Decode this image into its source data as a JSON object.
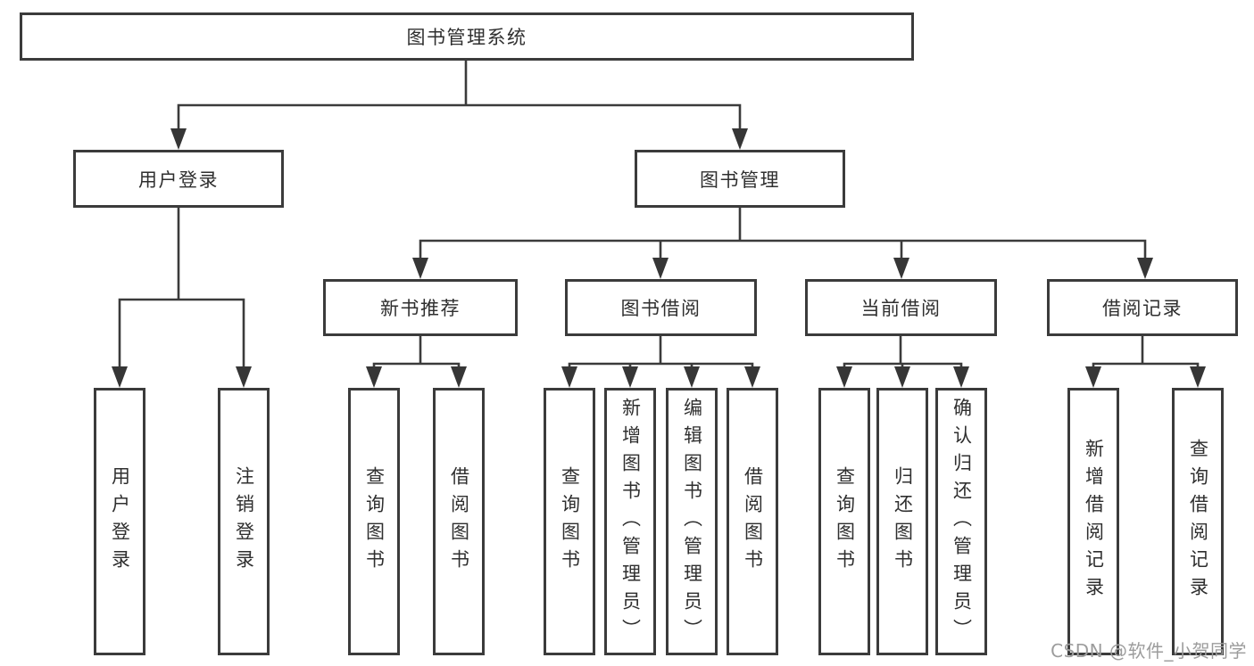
{
  "colors": {
    "line": "#3b3b3b",
    "text": "#2f2f2f",
    "box_background": "#ffffff",
    "watermark": "#9c9c9c"
  },
  "watermark": {
    "text": "CSDN @软件_小贺同学"
  },
  "tree": {
    "root": {
      "label": "图书管理系统"
    },
    "user_login": {
      "label": "用户登录",
      "children": [
        {
          "label": "用户登录"
        },
        {
          "label": "注销登录"
        }
      ]
    },
    "book_mgmt": {
      "label": "图书管理",
      "groups": [
        {
          "label": "新书推荐",
          "children": [
            {
              "label": "查询图书"
            },
            {
              "label": "借阅图书"
            }
          ]
        },
        {
          "label": "图书借阅",
          "children": [
            {
              "label": "查询图书"
            },
            {
              "label": "新增图书（管理员）"
            },
            {
              "label": "编辑图书（管理员）"
            },
            {
              "label": "借阅图书"
            }
          ]
        },
        {
          "label": "当前借阅",
          "children": [
            {
              "label": "查询图书"
            },
            {
              "label": "归还图书"
            },
            {
              "label": "确认归还（管理员）"
            }
          ]
        },
        {
          "label": "借阅记录",
          "children": [
            {
              "label": "新增借阅记录"
            },
            {
              "label": "查询借阅记录"
            }
          ]
        }
      ]
    }
  }
}
